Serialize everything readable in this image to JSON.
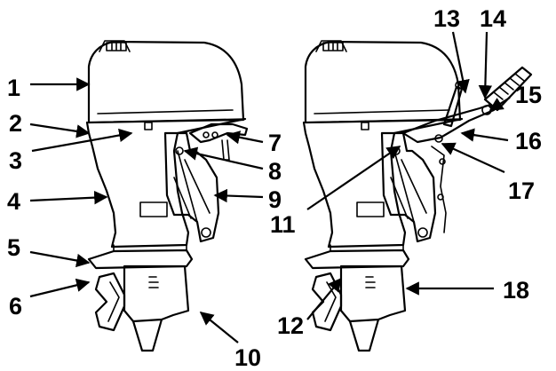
{
  "callouts": [
    {
      "id": "1",
      "label": "1"
    },
    {
      "id": "2",
      "label": "2"
    },
    {
      "id": "3",
      "label": "3"
    },
    {
      "id": "4",
      "label": "4"
    },
    {
      "id": "5",
      "label": "5"
    },
    {
      "id": "6",
      "label": "6"
    },
    {
      "id": "7",
      "label": "7"
    },
    {
      "id": "8",
      "label": "8"
    },
    {
      "id": "9",
      "label": "9"
    },
    {
      "id": "10",
      "label": "10"
    },
    {
      "id": "11",
      "label": "11"
    },
    {
      "id": "12",
      "label": "12"
    },
    {
      "id": "13",
      "label": "13"
    },
    {
      "id": "14",
      "label": "14"
    },
    {
      "id": "15",
      "label": "15"
    },
    {
      "id": "16",
      "label": "16"
    },
    {
      "id": "17",
      "label": "17"
    },
    {
      "id": "18",
      "label": "18"
    }
  ],
  "colors": {
    "ink": "#000000",
    "paper": "#ffffff"
  }
}
